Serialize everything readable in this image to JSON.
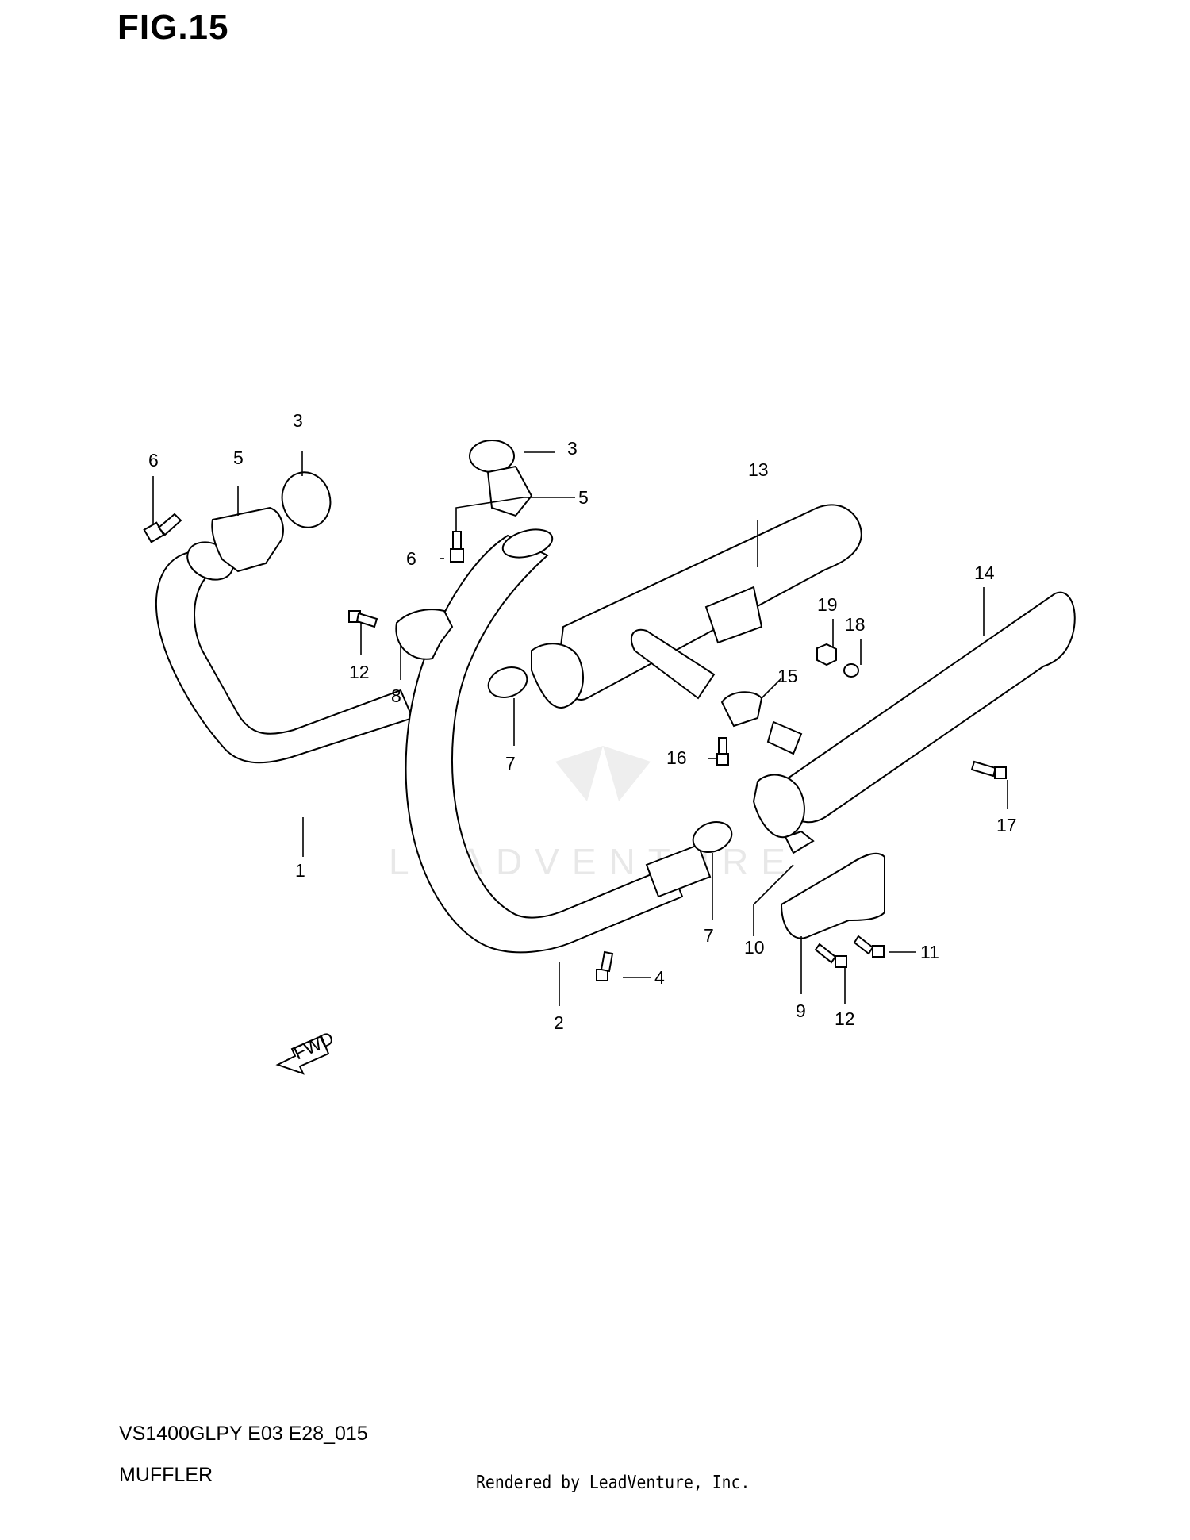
{
  "header": {
    "figure": "FIG.15"
  },
  "footer": {
    "model_code": "VS1400GLPY E03 E28_015",
    "section_name": "MUFFLER",
    "rendered_by": "Rendered by LeadVenture, Inc."
  },
  "watermark": {
    "text": "LEADVENTURE"
  },
  "direction_arrow": {
    "label": "FWD"
  },
  "callouts": {
    "c1": "1",
    "c2": "2",
    "c3a": "3",
    "c3b": "3",
    "c4": "4",
    "c5a": "5",
    "c5b": "5",
    "c6a": "6",
    "c6b": "6",
    "c7a": "7",
    "c7b": "7",
    "c8": "8",
    "c9": "9",
    "c10": "10",
    "c11": "11",
    "c12a": "12",
    "c12b": "12",
    "c13": "13",
    "c14": "14",
    "c15": "15",
    "c16": "16",
    "c17": "17",
    "c18": "18",
    "c19": "19"
  },
  "colors": {
    "ink": "#000000",
    "paper": "#ffffff",
    "watermark": "#e6e6e6"
  }
}
